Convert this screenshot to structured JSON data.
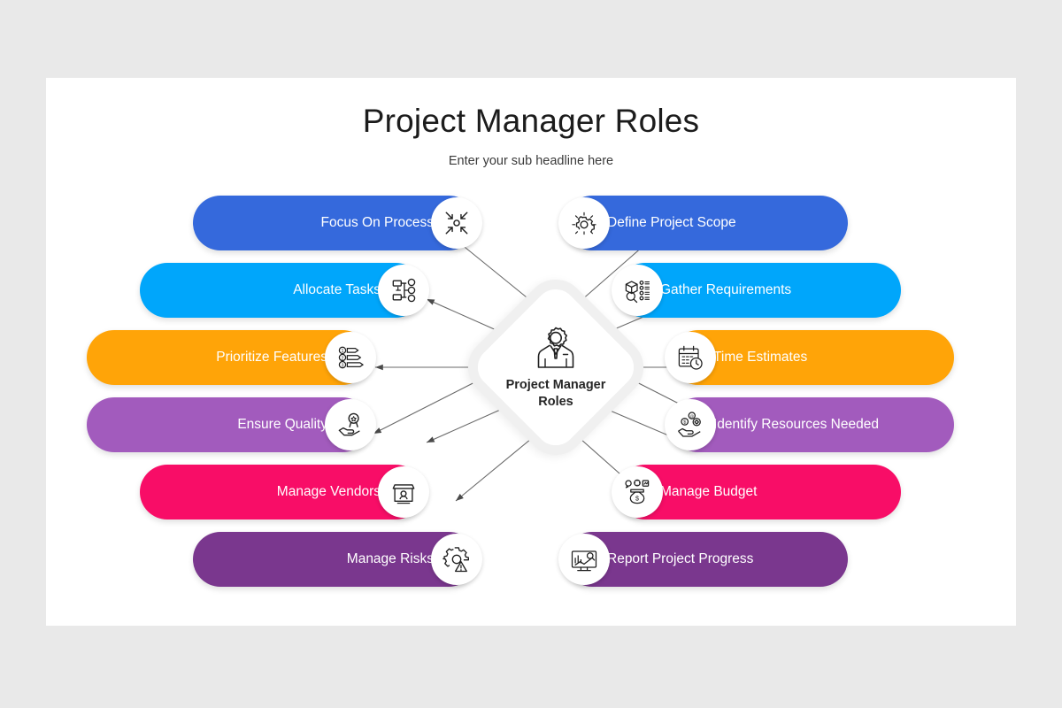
{
  "page": {
    "background_color": "#e9e9e9",
    "card_color": "#ffffff"
  },
  "header": {
    "title": "Project Manager Roles",
    "subtitle": "Enter your sub headline here"
  },
  "hub": {
    "label": "Project Manager\nRoles",
    "icon": "manager-gear-icon",
    "border_color": "#f0f0f0"
  },
  "left_items": [
    {
      "label": "Focus On Process",
      "color": "#3569dc",
      "icon": "converge-arrows-icon"
    },
    {
      "label": "Allocate Tasks",
      "color": "#00a6fb",
      "icon": "task-assign-icon"
    },
    {
      "label": "Prioritize Features",
      "color": "#ffa408",
      "icon": "numbered-priority-icon"
    },
    {
      "label": "Ensure Quality",
      "color": "#a25bbd",
      "icon": "quality-badge-hand-icon"
    },
    {
      "label": "Manage Vendors",
      "color": "#f80d67",
      "icon": "vendor-shop-icon"
    },
    {
      "label": "Manage Risks",
      "color": "#7a378e",
      "icon": "risk-gear-warning-icon"
    }
  ],
  "right_items": [
    {
      "label": "Define Project Scope",
      "color": "#3569dc",
      "icon": "scope-gear-rays-icon"
    },
    {
      "label": "Gather Requirements",
      "color": "#00a6fb",
      "icon": "requirements-search-icon"
    },
    {
      "label": "Time Estimates",
      "color": "#ffa408",
      "icon": "calendar-clock-icon"
    },
    {
      "label": "Identify Resources Needed",
      "color": "#a25bbd",
      "icon": "resources-coins-hand-icon"
    },
    {
      "label": "Manage Budget",
      "color": "#f80d67",
      "icon": "budget-bag-icon"
    },
    {
      "label": "Report Project Progress",
      "color": "#7a378e",
      "icon": "report-monitor-chart-icon"
    }
  ],
  "connector": {
    "color": "#4a4a4a",
    "count": 12,
    "style": "arrow-from-center"
  }
}
